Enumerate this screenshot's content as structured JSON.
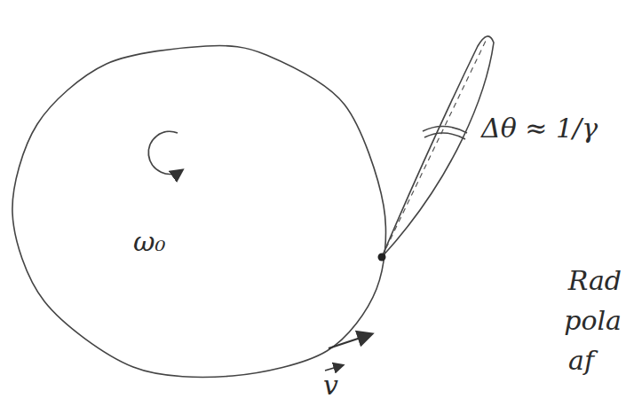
{
  "diagram": {
    "labels": [
      "Δθ ≈ 1/γ",
      "ω₀",
      "v",
      "Rad",
      "pola",
      "af"
    ]
  }
}
